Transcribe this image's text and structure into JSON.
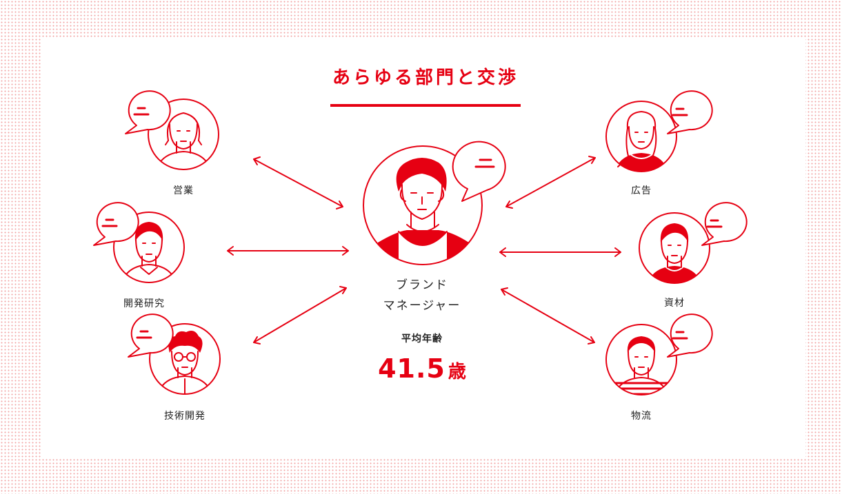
{
  "title": "あらゆる部門と交渉",
  "center": {
    "role_line1": "ブランド",
    "role_line2": "マネージャー",
    "avg_age_label": "平均年齢",
    "avg_age_value": "41.5",
    "avg_age_unit": "歳"
  },
  "departments": {
    "sales": "営業",
    "rnd": "開発研究",
    "tech_dev": "技術開発",
    "advertising": "広告",
    "materials": "資材",
    "logistics": "物流"
  },
  "colors": {
    "accent": "#e60012",
    "text": "#222222",
    "dots": "#f2a3a3"
  }
}
